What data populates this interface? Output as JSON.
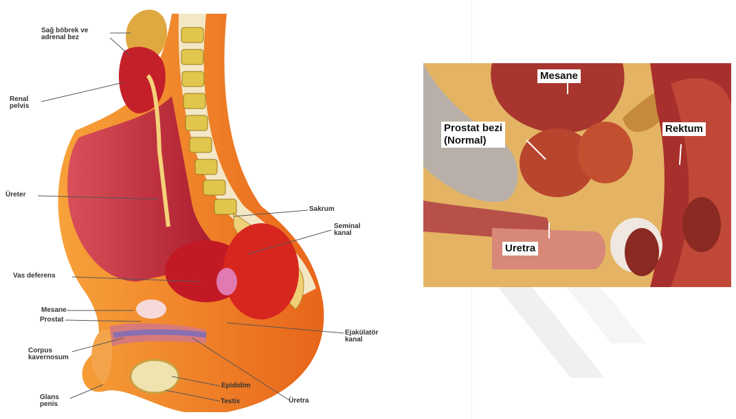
{
  "left_figure": {
    "labels": {
      "kidney": "Sağ böbrek ve\nadrenal bez",
      "renal_pelvis": "Renal\npelvis",
      "ureter": "Üreter",
      "sacrum": "Sakrum",
      "seminal": "Seminal\nkanal",
      "vas": "Vas deferens",
      "bladder": "Mesane",
      "prostate": "Prostat",
      "ejac": "Ejakülatör\nkanal",
      "corpus": "Corpus\nkavernosum",
      "epid": "Epididim",
      "glans": "Glans\npenis",
      "testis": "Testis",
      "urethra": "Üretra"
    }
  },
  "right_figure": {
    "labels": {
      "bladder": "Mesane",
      "prostate": "Prostat bezi\n(Normal)",
      "rectum": "Rektum",
      "urethra": "Uretra"
    }
  }
}
